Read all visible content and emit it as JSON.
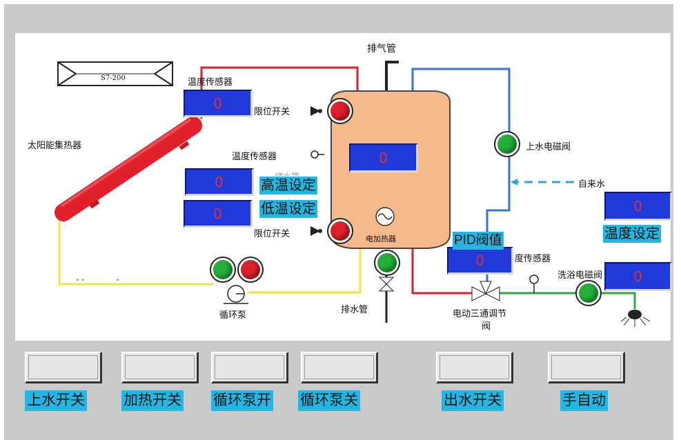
{
  "colors": {
    "frame": "#c9c9c9",
    "canvas": "#ffffff",
    "display_bg": "#1f3ad9",
    "display_value": "#e0303a",
    "label_bg": "#22b7e3",
    "pipe_red": "#d9202a",
    "pipe_blue": "#3a6fd8",
    "pipe_yellow": "#f2e43c",
    "pipe_green": "#2ea83a",
    "tank": "#f7b98a",
    "lamp_on_green": "#22b03a",
    "lamp_on_red": "#e0202a"
  },
  "plc": {
    "label": "S7-200"
  },
  "labels": {
    "exhaust_pipe": "排气管",
    "temp_sensor_top": "温度传感器",
    "limit_switch_top": "限位开关",
    "temp_sensor_mid": "温度传感器",
    "partial_hidden": "储水箱",
    "solar_collector": "太阳能集热器",
    "limit_switch_bottom": "限位开关",
    "electric_heater": "电加热器",
    "inlet_valve": "上水电磁阀",
    "tap_water": "自来水",
    "temp_sensor_right": "度传感器",
    "bath_valve": "洗浴电磁阀",
    "circ_pump": "循环泵",
    "drain_pipe": "排水管",
    "three_way_valve": "电动三通调节",
    "three_way_valve_2": "阀"
  },
  "displays": {
    "temp_sensor_top": "0",
    "tank_temp": "0",
    "high_temp_set": "0",
    "low_temp_set": "0",
    "pid_value": "0",
    "temp_set_right": "0",
    "bath_right": "0"
  },
  "tags": {
    "high_temp_set": "高温设定",
    "low_temp_set": "低温设定",
    "pid_value": "PID阀值",
    "temp_set": "温度设定"
  },
  "lamps": {
    "limit_top": "red",
    "limit_bottom": "red",
    "inlet_valve": "green",
    "pump_a": "green",
    "pump_b": "red",
    "drain": "green",
    "bath_valve": "green"
  },
  "buttons": [
    {
      "label": "上水开关"
    },
    {
      "label": "加热开关"
    },
    {
      "label": "循环泵开"
    },
    {
      "label": "循环泵关"
    },
    {
      "label": "出水开关"
    },
    {
      "label": "手自动"
    }
  ]
}
